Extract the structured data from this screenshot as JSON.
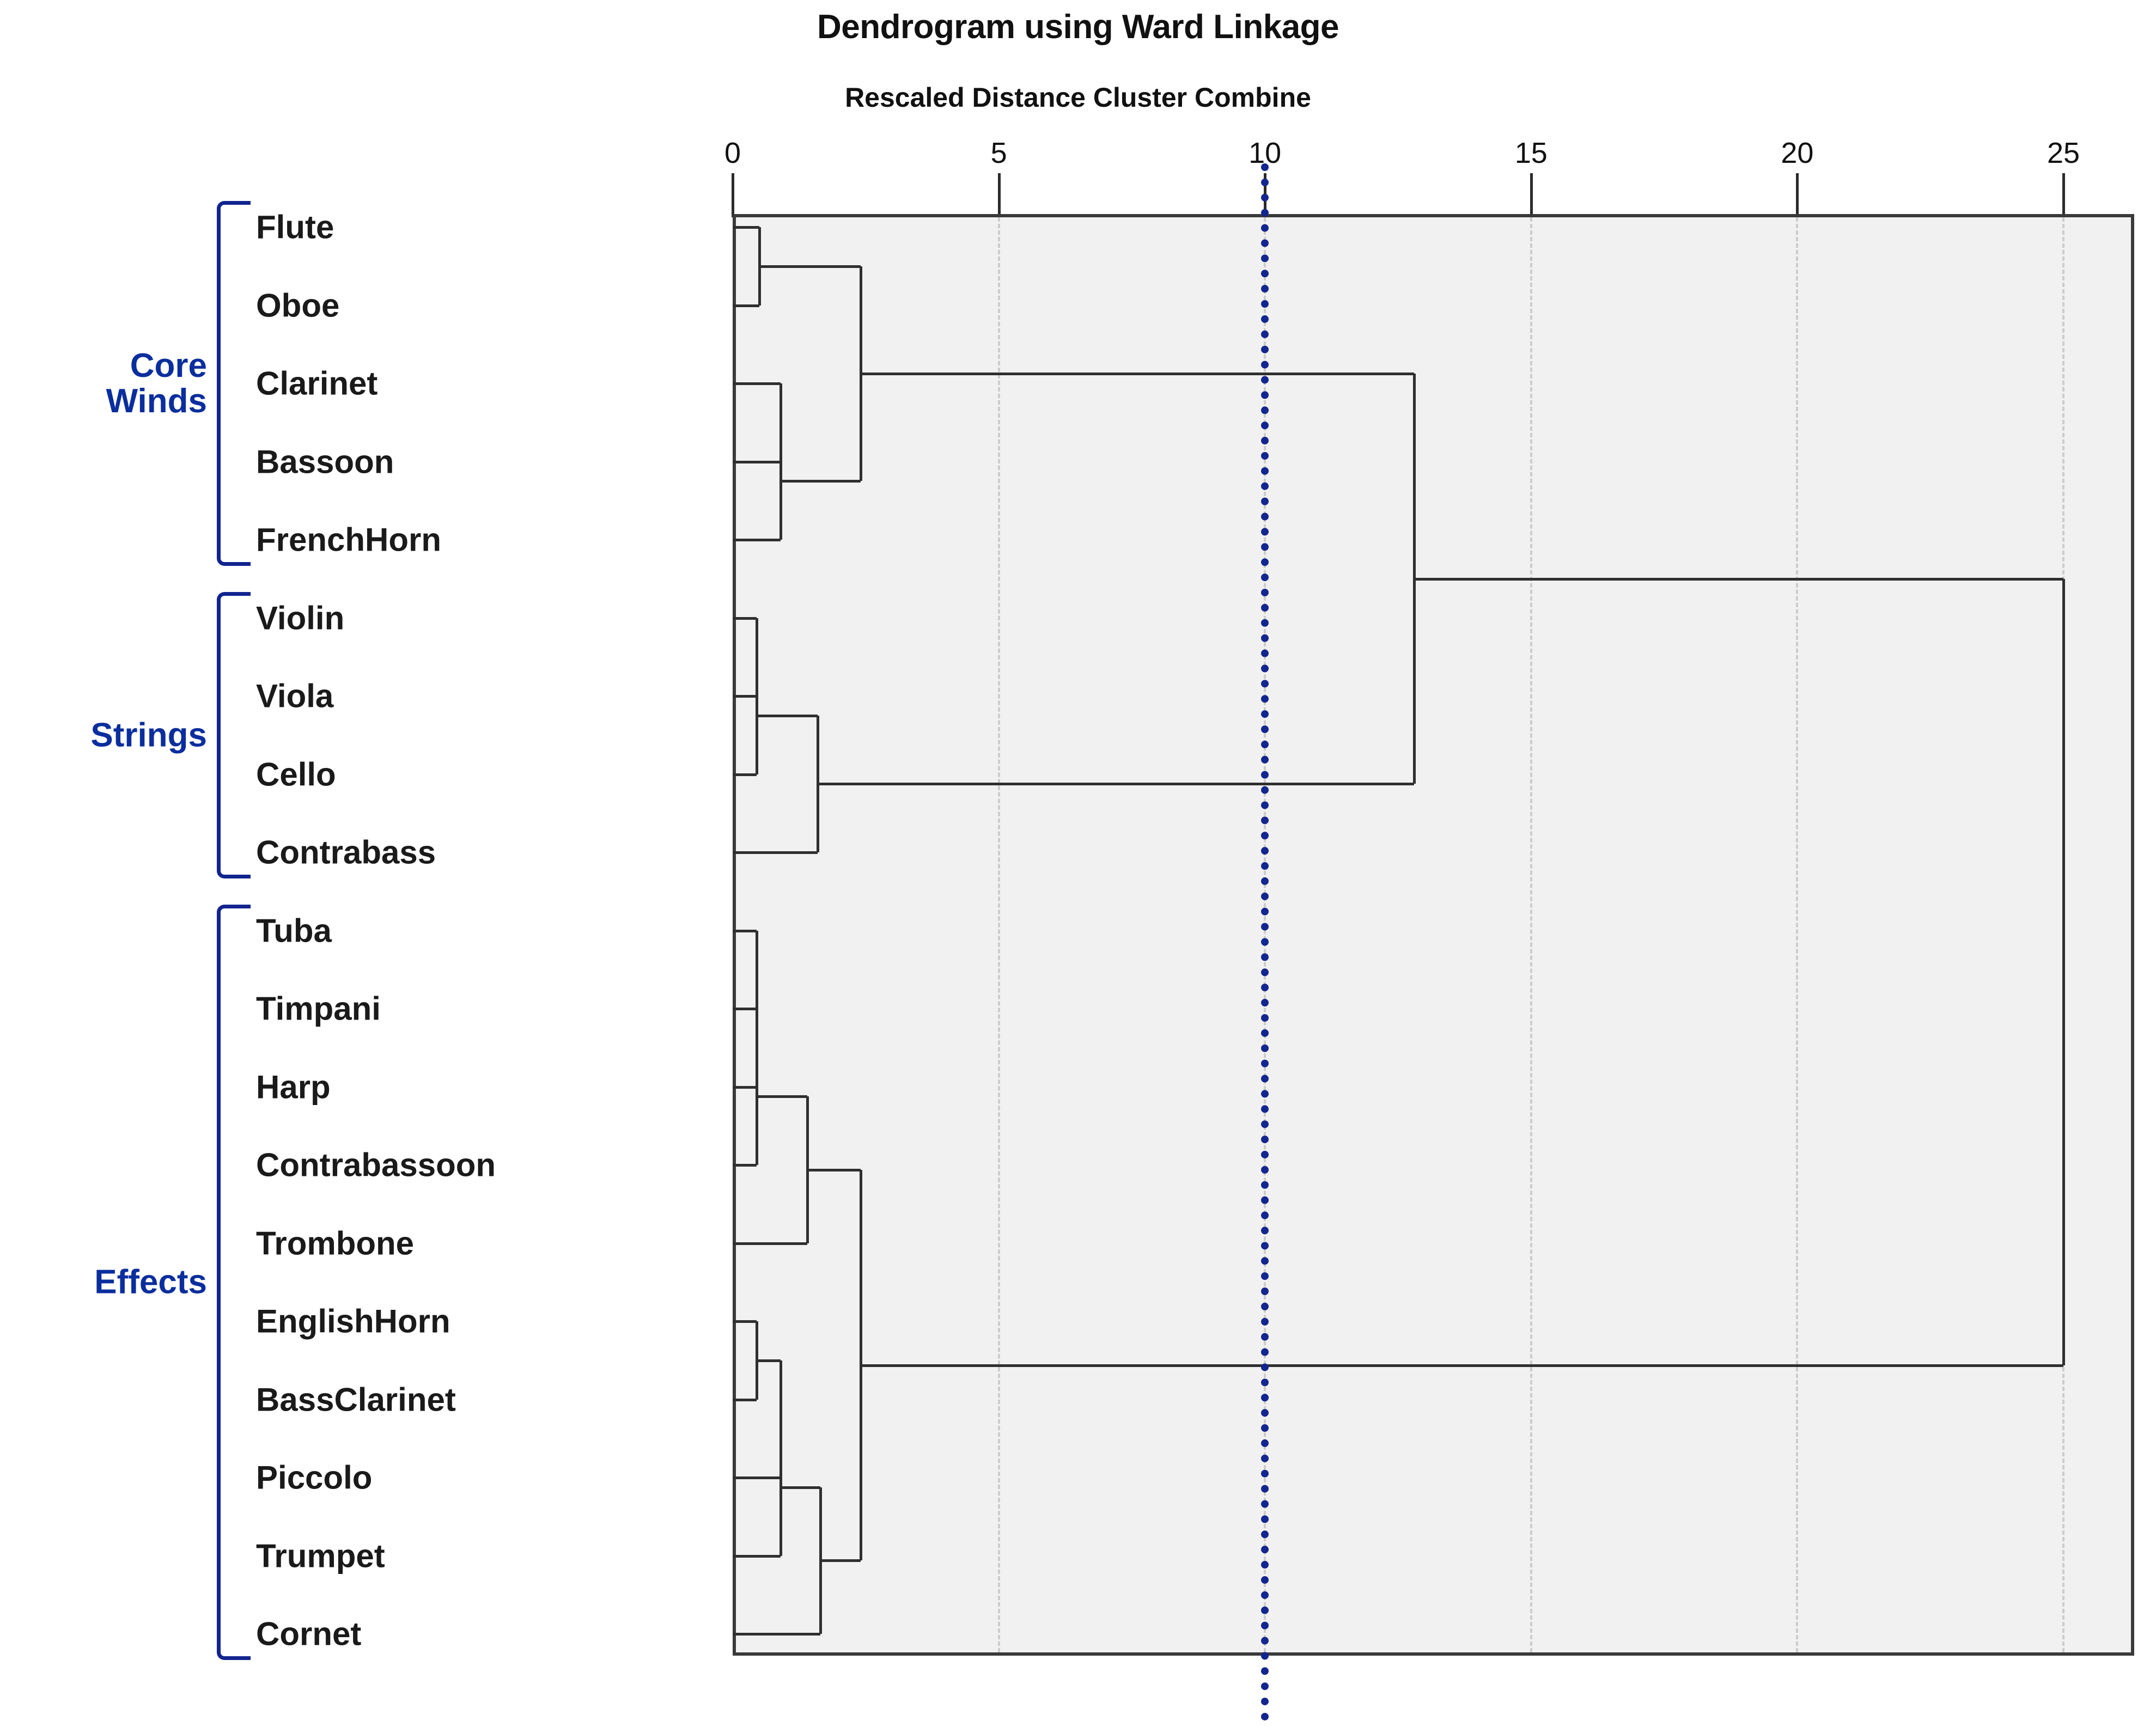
{
  "chart_data": {
    "type": "dendrogram",
    "title": "Dendrogram using Ward Linkage",
    "subtitle": "Rescaled Distance Cluster Combine",
    "xlabel": "Rescaled Distance Cluster Combine",
    "xlim": [
      0,
      26
    ],
    "xticks": [
      0,
      5,
      10,
      15,
      20,
      25
    ],
    "grid": true,
    "grid_orientation": "vertical",
    "cut_line": {
      "value": 10,
      "color": "#13268f",
      "style": "dotted"
    },
    "leaves": [
      "Flute",
      "Oboe",
      "Clarinet",
      "Bassoon",
      "FrenchHorn",
      "Violin",
      "Viola",
      "Cello",
      "Contrabass",
      "Tuba",
      "Timpani",
      "Harp",
      "Contrabassoon",
      "Trombone",
      "EnglishHorn",
      "BassClarinet",
      "Piccolo",
      "Trumpet",
      "Cornet"
    ],
    "merges": [
      {
        "id": "m1",
        "children": [
          "Flute",
          "Oboe"
        ],
        "distance": 0.5
      },
      {
        "id": "m2",
        "children": [
          "Clarinet",
          "Bassoon"
        ],
        "distance": 0.9
      },
      {
        "id": "m3",
        "children": [
          "m2",
          "FrenchHorn"
        ],
        "distance": 0.9
      },
      {
        "id": "m4",
        "children": [
          "m1",
          "m3"
        ],
        "distance": 2.4
      },
      {
        "id": "m5",
        "children": [
          "Violin",
          "Viola"
        ],
        "distance": 0.45
      },
      {
        "id": "m6",
        "children": [
          "m5",
          "Cello"
        ],
        "distance": 0.45
      },
      {
        "id": "m7",
        "children": [
          "m6",
          "Contrabass"
        ],
        "distance": 1.6
      },
      {
        "id": "m8",
        "children": [
          "m4",
          "m7"
        ],
        "distance": 12.8
      },
      {
        "id": "m9",
        "children": [
          "Tuba",
          "Timpani"
        ],
        "distance": 0.45
      },
      {
        "id": "m10",
        "children": [
          "m9",
          "Harp"
        ],
        "distance": 0.45
      },
      {
        "id": "m11",
        "children": [
          "m10",
          "Contrabassoon"
        ],
        "distance": 0.45
      },
      {
        "id": "m12",
        "children": [
          "m11",
          "Trombone"
        ],
        "distance": 1.4
      },
      {
        "id": "m13",
        "children": [
          "EnglishHorn",
          "BassClarinet"
        ],
        "distance": 0.45
      },
      {
        "id": "m14",
        "children": [
          "m13",
          "Piccolo"
        ],
        "distance": 0.9
      },
      {
        "id": "m15",
        "children": [
          "m14",
          "Trumpet"
        ],
        "distance": 0.9
      },
      {
        "id": "m16",
        "children": [
          "m15",
          "Cornet"
        ],
        "distance": 1.65
      },
      {
        "id": "m17",
        "children": [
          "m12",
          "m16"
        ],
        "distance": 2.4
      },
      {
        "id": "m18",
        "children": [
          "m8",
          "m17"
        ],
        "distance": 25.0
      }
    ]
  },
  "chart": {
    "title": "Dendrogram using Ward Linkage",
    "subtitle": "Rescaled Distance Cluster Combine"
  },
  "axis": {
    "ticks": [
      "0",
      "5",
      "10",
      "15",
      "20",
      "25"
    ]
  },
  "leaves": [
    {
      "label": "Flute"
    },
    {
      "label": "Oboe"
    },
    {
      "label": "Clarinet"
    },
    {
      "label": "Bassoon"
    },
    {
      "label": "FrenchHorn"
    },
    {
      "label": "Violin"
    },
    {
      "label": "Viola"
    },
    {
      "label": "Cello"
    },
    {
      "label": "Contrabass"
    },
    {
      "label": "Tuba"
    },
    {
      "label": "Timpani"
    },
    {
      "label": "Harp"
    },
    {
      "label": "Contrabassoon"
    },
    {
      "label": "Trombone"
    },
    {
      "label": "EnglishHorn"
    },
    {
      "label": "BassClarinet"
    },
    {
      "label": "Piccolo"
    },
    {
      "label": "Trumpet"
    },
    {
      "label": "Cornet"
    }
  ],
  "groups": [
    {
      "name": "Core\nWinds",
      "line1": "Core",
      "line2": "Winds",
      "first": 0,
      "last": 4
    },
    {
      "name": "Strings",
      "line1": "Strings",
      "line2": "",
      "first": 5,
      "last": 8
    },
    {
      "name": "Effects",
      "line1": "Effects",
      "line2": "",
      "first": 9,
      "last": 18
    }
  ],
  "colors": {
    "group_label": "#0b2e9e",
    "bracket": "#12248f",
    "cut_line": "#13268f",
    "link": "#2f2f2f",
    "plot_bg": "#f1f1f1",
    "grid": "#cccccc"
  }
}
